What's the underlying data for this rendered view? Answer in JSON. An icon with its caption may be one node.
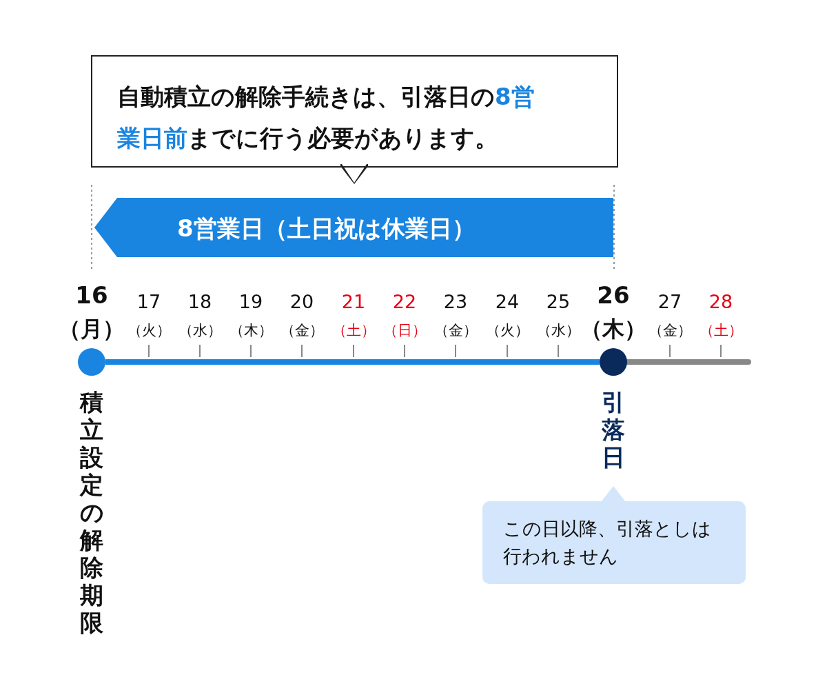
{
  "diagram": {
    "nodes": [
      {
        "text": [
          "自動積立の解除手続きは、引落日の**8営業日前**までに行う必要があります。"
        ]
      },
      {
        "text": [
          "8営業日（土日祝は休業日）"
        ]
      },
      {
        "text": [],
        "shape": "circle",
        "beside": [
          "積立設定の解除期限"
        ]
      },
      {
        "text": [],
        "shape": "circle",
        "beside": [
          "引落日"
        ]
      },
      {
        "text": [
          "この日以降、引落としは行われません"
        ]
      }
    ],
    "edges": [
      {
        "from": 2,
        "to": 3,
        "arrow": "none"
      },
      {
        "from": 3,
        "to": null,
        "arrow": "none",
        "color": "#888888"
      }
    ],
    "labels": [
      "16",
      "17",
      "18",
      "19",
      "20",
      "21",
      "22",
      "23",
      "24",
      "25",
      "26",
      "27",
      "28",
      "（月）",
      "（火）",
      "（水）",
      "（木）",
      "（金）",
      "（土）",
      "（日）",
      "（金）",
      "（火）",
      "（水）",
      "（木）",
      "（金）",
      "（土）"
    ]
  }
}
